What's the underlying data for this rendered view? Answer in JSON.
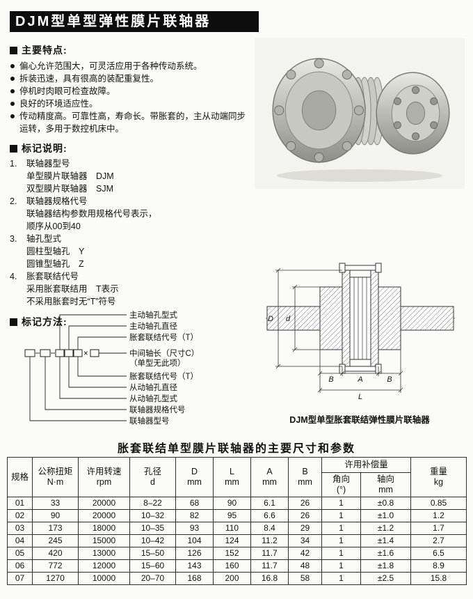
{
  "title_bar": {
    "title": "DJM型单型弹性膜片联轴器"
  },
  "features": {
    "heading": "主要特点:",
    "items": [
      "偏心允许范围大，可灵活应用于各种传动系统。",
      "拆装迅速，具有很高的装配重复性。",
      "停机时肉眼可检查故障。",
      "良好的环境适应性。",
      "传动精度高。可靠性高，寿命长。带胀套的，主从动端同步运转，多用于数控机床中。"
    ]
  },
  "marking": {
    "heading": "标记说明:",
    "items": [
      {
        "num": "1.",
        "title": "联轴器型号",
        "lines": [
          "单型膜片联轴器　DJM",
          "双型膜片联轴器　SJM"
        ]
      },
      {
        "num": "2.",
        "title": "联轴器规格代号",
        "lines": [
          "联轴器结构参数用规格代号表示，",
          "顺序从00到40"
        ]
      },
      {
        "num": "3.",
        "title": "轴孔型式",
        "lines": [
          "圆柱型轴孔　Y",
          "圆锥型轴孔　Z"
        ]
      },
      {
        "num": "4.",
        "title": "胀套联结代号",
        "lines": [
          "采用胀套联结用　T表示",
          "不采用胀套时无“T”符号"
        ]
      }
    ]
  },
  "method": {
    "heading": "标记方法:",
    "times_sign": "×",
    "labels": [
      "主动轴孔型式",
      "主动轴孔直径",
      "胀套联结代号（T）",
      "中间轴长（尺寸C）",
      "（单型无此项）",
      "胀套联结代号（T）",
      "从动轴孔直径",
      "从动轴孔型式",
      "联轴器规格代号",
      "联轴器型号"
    ]
  },
  "drawing": {
    "caption": "DJM型单型胀套联结弹性膜片联轴器",
    "dims": {
      "D": "D",
      "d": "d",
      "B1": "B",
      "A": "A",
      "B2": "B",
      "L": "L"
    }
  },
  "table": {
    "title": "胀套联结单型膜片联轴器的主要尺寸和参数",
    "h_spec": "规格",
    "h_torque": [
      "公称扭矩",
      "N·m"
    ],
    "h_speed": [
      "许用转速",
      "rpm"
    ],
    "h_bore": [
      "孔径",
      "d"
    ],
    "h_D": [
      "D",
      "mm"
    ],
    "h_L": [
      "L",
      "mm"
    ],
    "h_A": [
      "A",
      "mm"
    ],
    "h_B": [
      "B",
      "mm"
    ],
    "h_comp": "许用补偿量",
    "h_angular": [
      "角向",
      "(°)"
    ],
    "h_axial": [
      "轴向",
      "mm"
    ],
    "h_weight": [
      "重量",
      "kg"
    ],
    "rows": [
      [
        "01",
        "33",
        "20000",
        "8–22",
        "68",
        "90",
        "6.1",
        "26",
        "1",
        "±0.8",
        "0.85"
      ],
      [
        "02",
        "90",
        "20000",
        "10–32",
        "82",
        "95",
        "6.6",
        "26",
        "1",
        "±1.0",
        "1.2"
      ],
      [
        "03",
        "173",
        "18000",
        "10–35",
        "93",
        "110",
        "8.4",
        "29",
        "1",
        "±1.2",
        "1.7"
      ],
      [
        "04",
        "245",
        "15000",
        "10–42",
        "104",
        "124",
        "11.2",
        "34",
        "1",
        "±1.4",
        "2.7"
      ],
      [
        "05",
        "420",
        "13000",
        "15–50",
        "126",
        "152",
        "11.7",
        "42",
        "1",
        "±1.6",
        "6.5"
      ],
      [
        "06",
        "772",
        "12000",
        "15–60",
        "143",
        "160",
        "11.7",
        "48",
        "1",
        "±1.8",
        "8.9"
      ],
      [
        "07",
        "1270",
        "10000",
        "20–70",
        "168",
        "200",
        "16.8",
        "58",
        "1",
        "±2.5",
        "15.8"
      ]
    ]
  }
}
